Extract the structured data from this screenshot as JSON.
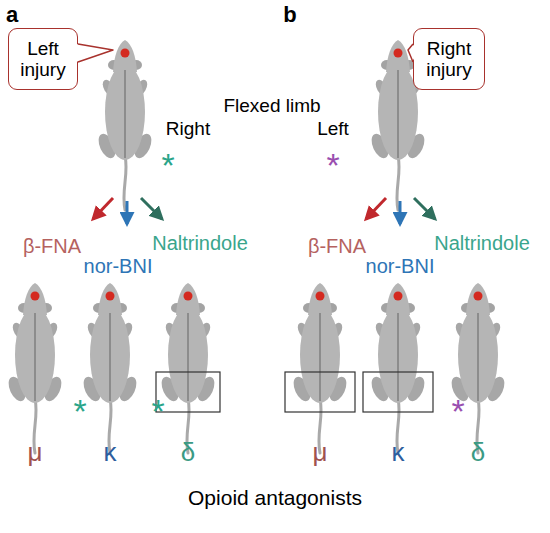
{
  "diagram": {
    "nodes": [
      {
        "text": [
          "Left injury"
        ]
      },
      {
        "text": [
          "Right injury"
        ]
      }
    ],
    "labels": [
      "a",
      "b",
      "Flexed limb",
      "Right",
      "*",
      "Left",
      "*",
      "β-FNA",
      "nor-BNI",
      "Naltrindole",
      "β-FNA",
      "nor-BNI",
      "Naltrindole",
      "*",
      "*",
      "*",
      "μ",
      "κ",
      "δ",
      "μ",
      "κ",
      "δ",
      "Opioid antagonists"
    ]
  }
}
